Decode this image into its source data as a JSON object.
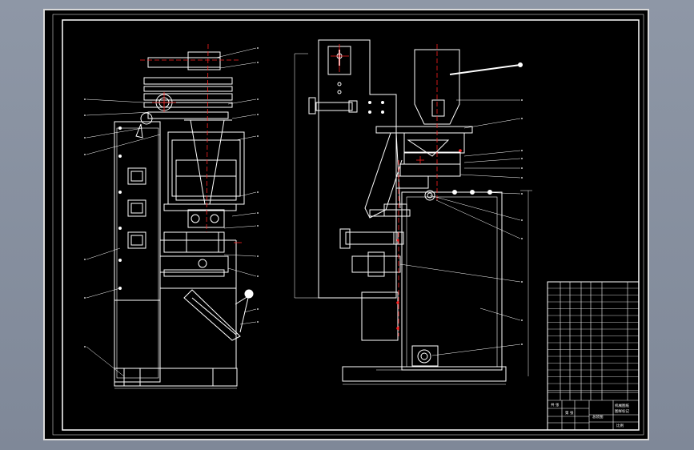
{
  "title_block": {
    "cells": [
      "机械图纸",
      "总装图",
      "图样标记",
      "比例",
      "共 张",
      "第 张"
    ]
  },
  "colors": {
    "background": "#7f8898",
    "sheet": "#000000",
    "line": "#ffffff",
    "center_line": "#ff2020"
  }
}
